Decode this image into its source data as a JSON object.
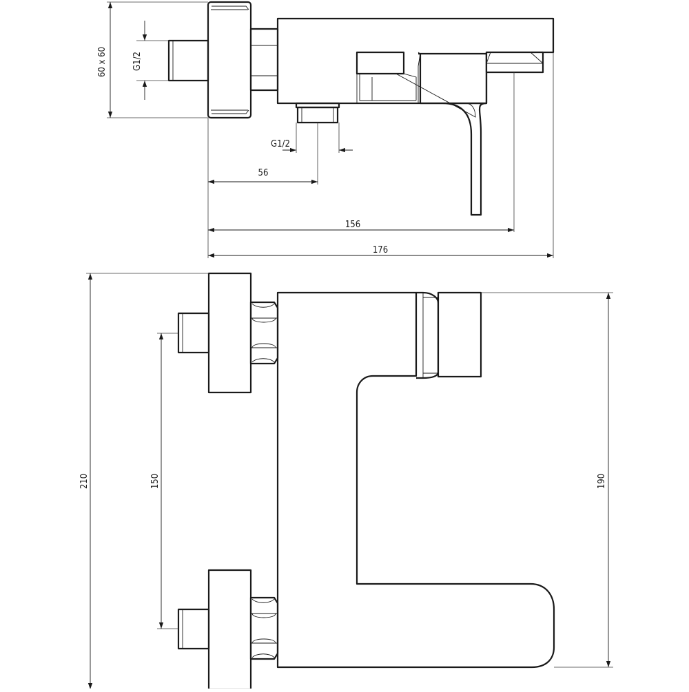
{
  "labels": {
    "inlet_square": "60 x 60",
    "inlet_thread": "G1/2",
    "outlet_thread": "G1/2",
    "dim_56": "56",
    "dim_156": "156",
    "dim_176": "176",
    "dim_210": "210",
    "dim_150": "150",
    "dim_190": "190"
  }
}
